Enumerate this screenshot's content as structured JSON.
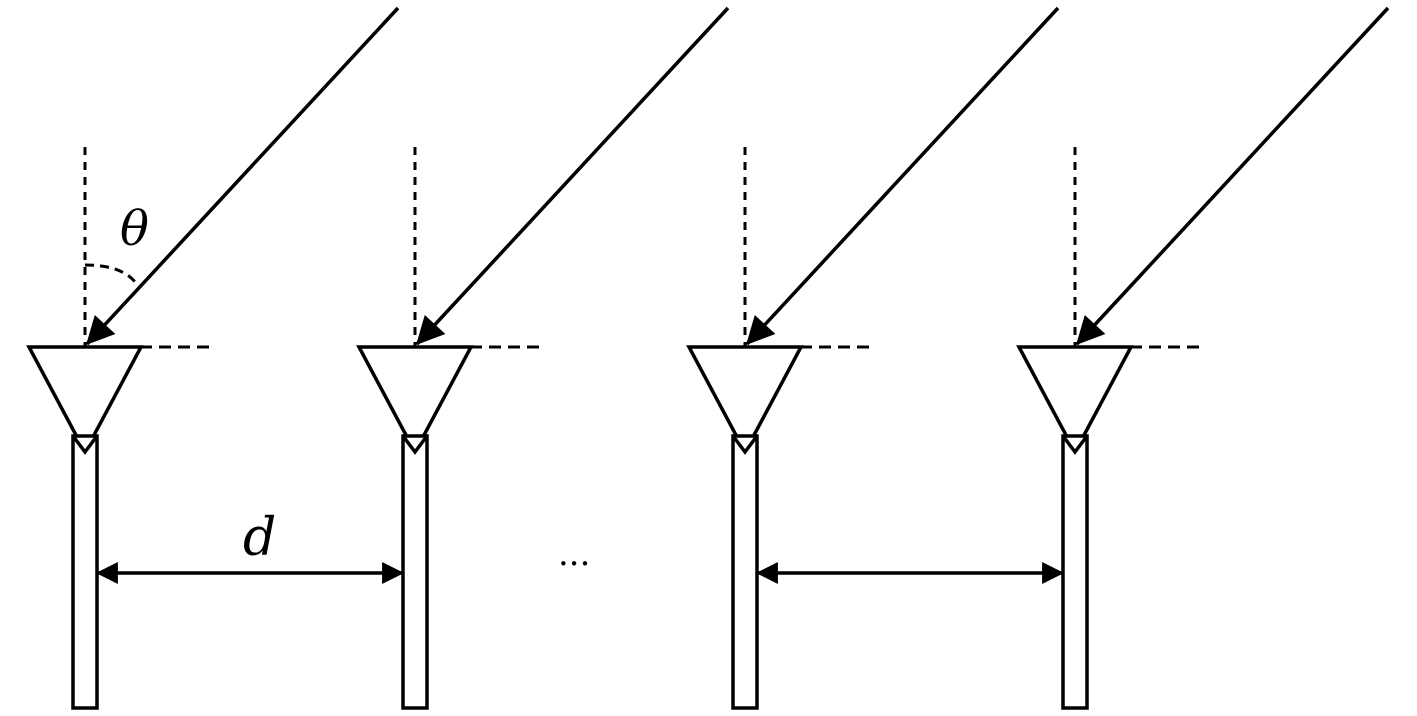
{
  "diagram": {
    "labels": {
      "angle": "θ",
      "spacing": "d",
      "ellipsis": "···"
    },
    "colors": {
      "stroke": "#000000",
      "fill": "#ffffff"
    },
    "antenna_count_shown": 4
  }
}
